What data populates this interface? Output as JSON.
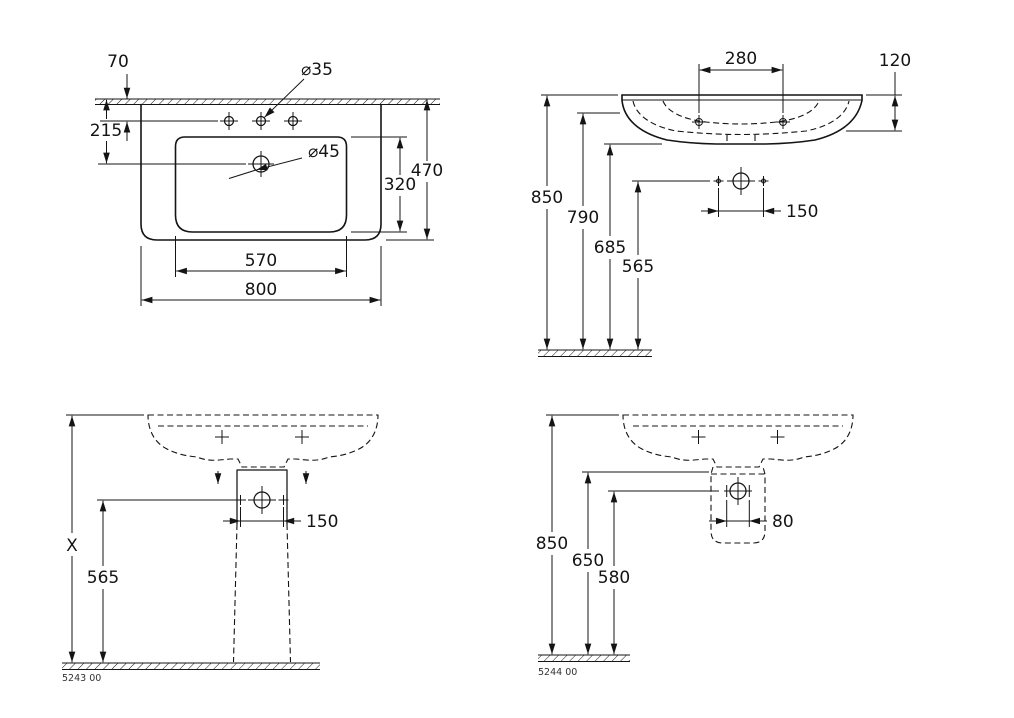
{
  "colors": {
    "line": "#141414",
    "background": "#ffffff"
  },
  "top_view": {
    "tap_offset": "70",
    "drain_offset": "215",
    "tap_hole_dia": "⌀35",
    "drain_dia": "⌀45",
    "bowl_depth": "320",
    "overall_depth": "470",
    "bowl_width": "570",
    "overall_width": "800"
  },
  "front_view": {
    "fixing_hole_span": "280",
    "front_height": "120",
    "rim_height": "850",
    "underside_height": "790",
    "body_bottom_height": "685",
    "drain_height": "565",
    "drain_fixing_span": "150"
  },
  "pedestal_view": {
    "total_height": "X",
    "drain_height": "565",
    "drain_fixing_span": "150",
    "part_number": "5243 00"
  },
  "semi_pedestal_view": {
    "rim_height": "850",
    "cover_bottom_height": "650",
    "drain_height": "580",
    "drain_fixing_span": "80",
    "part_number": "5244 00"
  }
}
